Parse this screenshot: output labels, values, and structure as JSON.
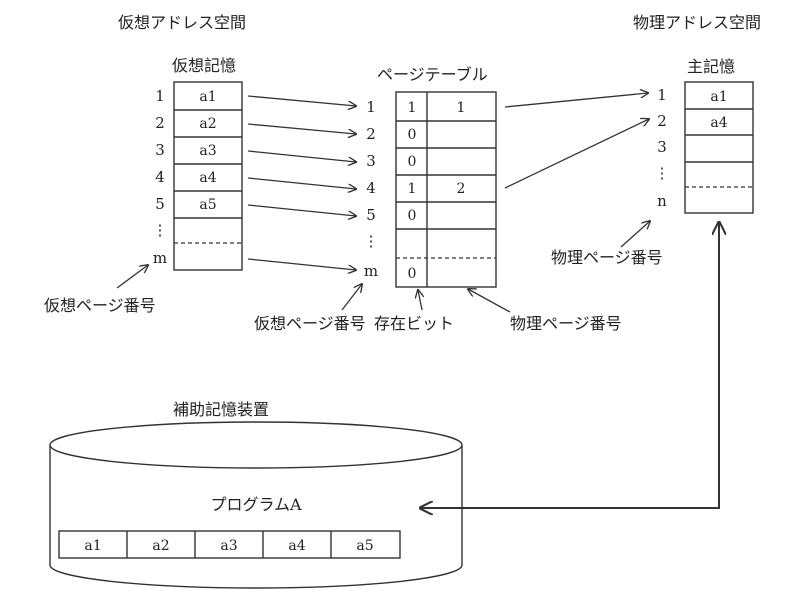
{
  "headings": {
    "virtual_space": "仮想アドレス空間",
    "physical_space": "物理アドレス空間",
    "virtual_memory": "仮想記憶",
    "page_table": "ページテーブル",
    "main_memory": "主記憶",
    "aux_storage": "補助記憶装置"
  },
  "virtual_memory": {
    "row_numbers": [
      "1",
      "2",
      "3",
      "4",
      "5",
      "⋮",
      "m"
    ],
    "cells": [
      "a1",
      "a2",
      "a3",
      "a4",
      "a5",
      "",
      ""
    ]
  },
  "page_table": {
    "row_numbers": [
      "1",
      "2",
      "3",
      "4",
      "5",
      "⋮",
      "m"
    ],
    "present_bits": [
      "1",
      "0",
      "0",
      "1",
      "0",
      "",
      "0"
    ],
    "physical_pages": [
      "1",
      "",
      "",
      "2",
      "",
      "",
      ""
    ]
  },
  "main_memory": {
    "row_numbers": [
      "1",
      "2",
      "3",
      "⋮",
      "n"
    ],
    "cells": [
      "a1",
      "a4",
      "",
      "",
      ""
    ]
  },
  "labels": {
    "virtual_page_no_left": "仮想ページ番号",
    "virtual_page_no_table": "仮想ページ番号",
    "present_bit": "存在ビット",
    "physical_page_no_table": "物理ページ番号",
    "physical_page_no_mem": "物理ページ番号"
  },
  "aux": {
    "program_label": "プログラムA",
    "pages": [
      "a1",
      "a2",
      "a3",
      "a4",
      "a5"
    ]
  }
}
